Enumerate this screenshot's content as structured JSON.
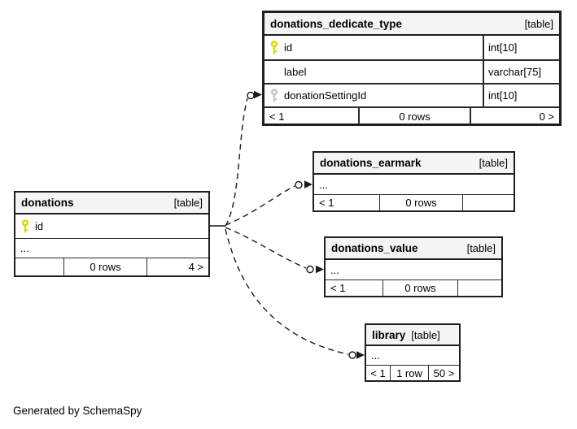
{
  "page": {
    "credit": "Generated by SchemaSpy"
  },
  "colors": {
    "primary_key_icon": "#d6dc00",
    "foreign_key_icon": "#c6c6c6",
    "header_bg": "#f4f4f4",
    "border": "#1f1f1f"
  },
  "tables": {
    "dedicate_type": {
      "name": "donations_dedicate_type",
      "badge": "[table]",
      "columns": [
        {
          "name": "id",
          "type": "int[10]",
          "key": "primary"
        },
        {
          "name": "label",
          "type": "varchar[75]",
          "key": "none"
        },
        {
          "name": "donationSettingId",
          "type": "int[10]",
          "key": "foreign"
        }
      ],
      "footer": {
        "left": "< 1",
        "center": "0 rows",
        "right": "0 >"
      }
    },
    "donations": {
      "name": "donations",
      "badge": "[table]",
      "columns": [
        {
          "name": "id",
          "key": "primary"
        },
        {
          "name": "...",
          "key": "none"
        }
      ],
      "footer": {
        "left": "",
        "center": "0 rows",
        "right": "4 >"
      }
    },
    "earmark": {
      "name": "donations_earmark",
      "badge": "[table]",
      "columns": [
        {
          "name": "...",
          "key": "none"
        }
      ],
      "footer": {
        "left": "< 1",
        "center": "0 rows",
        "right": ""
      }
    },
    "value": {
      "name": "donations_value",
      "badge": "[table]",
      "columns": [
        {
          "name": "...",
          "key": "none"
        }
      ],
      "footer": {
        "left": "< 1",
        "center": "0 rows",
        "right": ""
      }
    },
    "library": {
      "name": "library",
      "badge": "[table]",
      "columns": [
        {
          "name": "...",
          "key": "none"
        }
      ],
      "footer": {
        "left": "< 1",
        "center": "1 row",
        "right": "50 >"
      }
    }
  },
  "relationships": [
    {
      "from": "donations.id",
      "to": "donations_dedicate_type.donationSettingId"
    },
    {
      "from": "donations.id",
      "to": "donations_earmark"
    },
    {
      "from": "donations.id",
      "to": "donations_value"
    },
    {
      "from": "donations.id",
      "to": "library"
    }
  ]
}
